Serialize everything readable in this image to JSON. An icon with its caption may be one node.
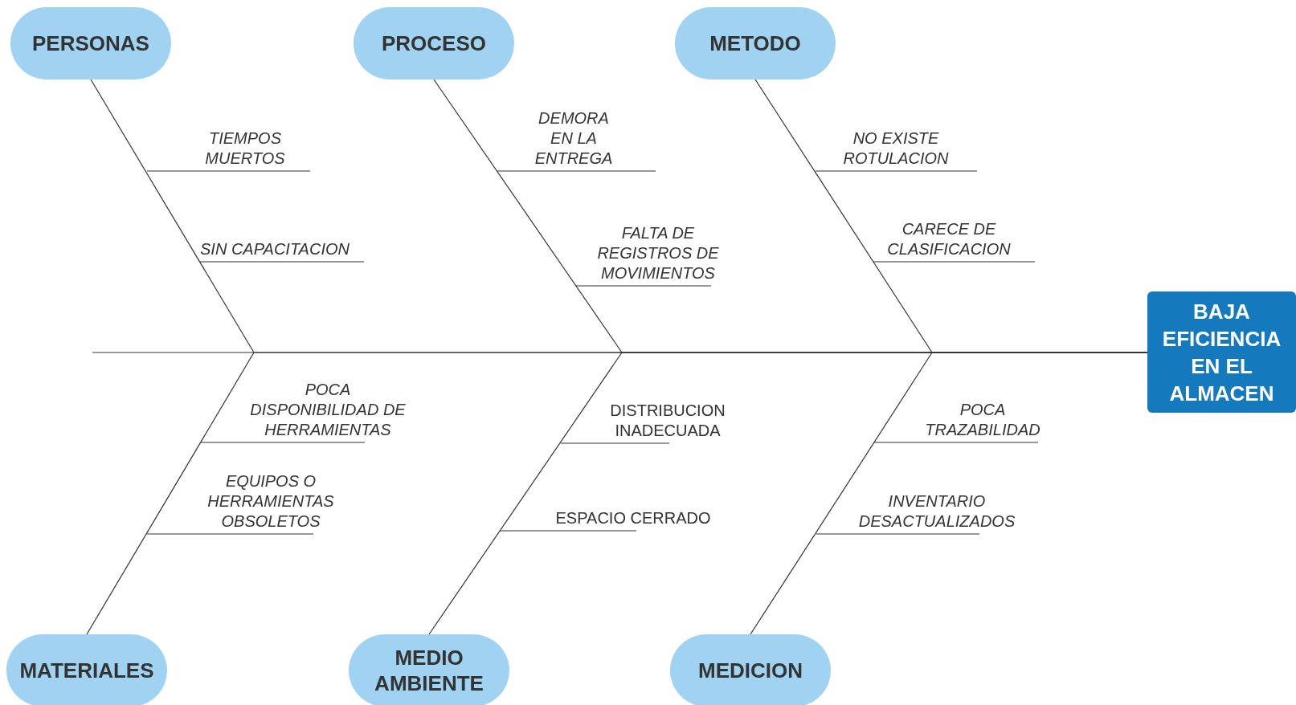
{
  "diagram": {
    "nodes": [
      {
        "text": [
          "PERSONAS"
        ]
      },
      {
        "text": [
          "PROCESO"
        ]
      },
      {
        "text": [
          "METODO"
        ]
      },
      {
        "text": [
          "BAJA EFICIENCIA EN EL ALMACEN"
        ]
      },
      {
        "text": [
          "MATERIALES"
        ]
      },
      {
        "text": [
          "MEDIO AMBIENTE"
        ]
      },
      {
        "text": [
          "MEDICION"
        ]
      }
    ],
    "edges": [
      {
        "from": 0,
        "to": 3,
        "arrow": "none"
      },
      {
        "from": 1,
        "to": 3,
        "arrow": "none"
      },
      {
        "from": 2,
        "to": 3,
        "arrow": "none"
      },
      {
        "from": 4,
        "to": 3,
        "arrow": "none"
      },
      {
        "from": 5,
        "to": 3,
        "arrow": "none"
      },
      {
        "from": 6,
        "to": 3,
        "arrow": "none"
      }
    ],
    "labels": [
      "TIEMPOS MUERTOS",
      "SIN CAPACITACION",
      "DEMORA EN LA ENTREGA",
      "FALTA DE REGISTROS DE MOVIMIENTOS",
      "NO EXISTE ROTULACION",
      "CARECE DE CLASIFICACION",
      "POCA DISPONIBILIDAD DE HERRAMIENTAS",
      "EQUIPOS O HERRAMIENTAS OBSOLETOS",
      "DISTRIBUCION INADECUADA",
      "ESPACIO CERRADO",
      "POCA TRAZABILIDAD",
      "INVENTARIO DESACTUALIZADOS"
    ]
  }
}
